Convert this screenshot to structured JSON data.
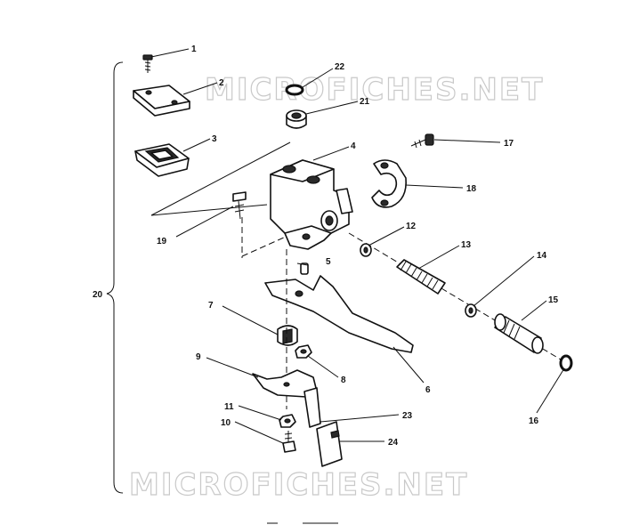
{
  "watermark": {
    "top": "MICROFICHES.NET",
    "bottom": "MICROFICHES.NET"
  },
  "callouts": {
    "c1": "1",
    "c2": "2",
    "c3": "3",
    "c4": "4",
    "c5": "5",
    "c6": "6",
    "c7": "7",
    "c8": "8",
    "c9": "9",
    "c10": "10",
    "c11": "11",
    "c12": "12",
    "c13": "13",
    "c14": "14",
    "c15": "15",
    "c16": "16",
    "c17": "17",
    "c18": "18",
    "c19": "19",
    "c20": "20",
    "c21": "21",
    "c22": "22",
    "c23": "23",
    "c24": "24"
  },
  "colors": {
    "ink": "#111111",
    "watermark": "#c9c9c9",
    "background": "#ffffff"
  }
}
